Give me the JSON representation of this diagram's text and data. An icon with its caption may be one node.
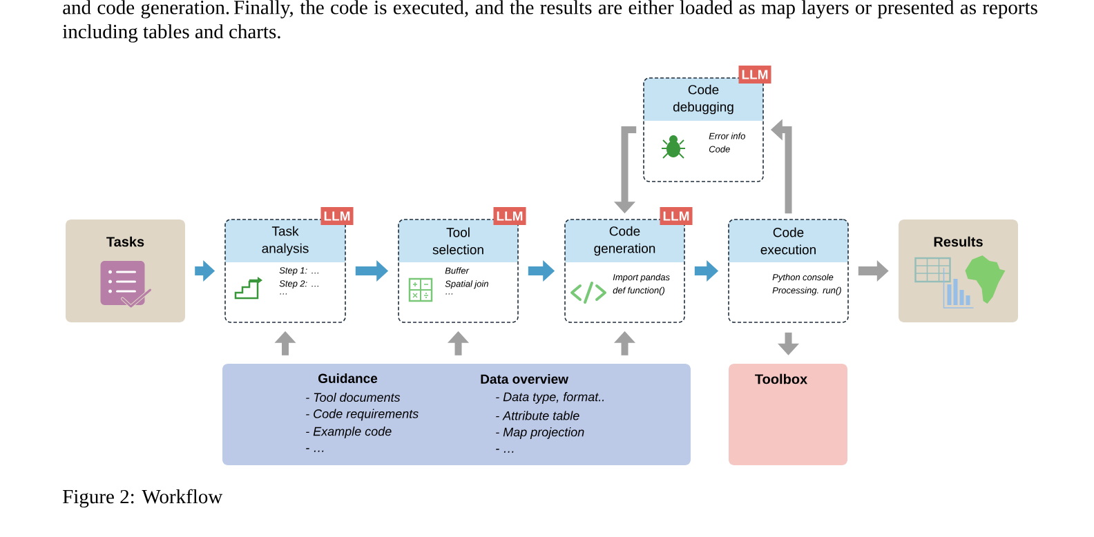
{
  "diagram": {
    "caption": "Figure 2: Workflow",
    "nodes": [
      {
        "text": [
          "Tasks"
        ]
      },
      {
        "text": [
          "Task analysis",
          "Step 1:  …",
          "Step 2: …",
          "…"
        ],
        "beside": [
          "LLM"
        ]
      },
      {
        "text": [
          "Tool selection",
          "Buffer",
          "Spatial join",
          "…"
        ],
        "beside": [
          "LLM"
        ]
      },
      {
        "text": [
          "Code generation",
          "Import pandas",
          "def function()"
        ],
        "beside": [
          "LLM"
        ]
      },
      {
        "text": [
          "Code execution",
          "Python console",
          "Processing. run()"
        ]
      },
      {
        "text": [
          "Results"
        ]
      },
      {
        "text": [
          "Code debugging",
          "Error info",
          "Code"
        ],
        "beside": [
          "LLM"
        ]
      },
      {
        "text": [
          "Guidance",
          "- Tool documents",
          "- Code requirements",
          "- Example code",
          "- …",
          "Data overview",
          "- Data type, format..",
          "- Attribute table",
          "- Map projection",
          "- …"
        ]
      },
      {
        "text": [
          "Toolbox"
        ]
      }
    ],
    "edges": [
      {
        "from": 0,
        "to": 1,
        "arrow": "to",
        "color": "#4a9cc8"
      },
      {
        "from": 1,
        "to": 2,
        "arrow": "to",
        "color": "#4a9cc8"
      },
      {
        "from": 2,
        "to": 3,
        "arrow": "to",
        "color": "#4a9cc8"
      },
      {
        "from": 3,
        "to": 4,
        "arrow": "to",
        "color": "#4a9cc8"
      },
      {
        "from": 4,
        "to": 5,
        "arrow": "to"
      },
      {
        "from": 4,
        "to": 6,
        "arrow": "to"
      },
      {
        "from": 6,
        "to": 3,
        "arrow": "to"
      },
      {
        "from": 7,
        "to": 1,
        "arrow": "to"
      },
      {
        "from": 7,
        "to": 2,
        "arrow": "to"
      },
      {
        "from": 7,
        "to": 3,
        "arrow": "to"
      },
      {
        "from": 4,
        "to": 8,
        "arrow": "to"
      }
    ],
    "labels": [
      "and code generation. Finally, the code is executed, and the results are either loaded as map layers or presented as reports including tables and charts."
    ]
  }
}
